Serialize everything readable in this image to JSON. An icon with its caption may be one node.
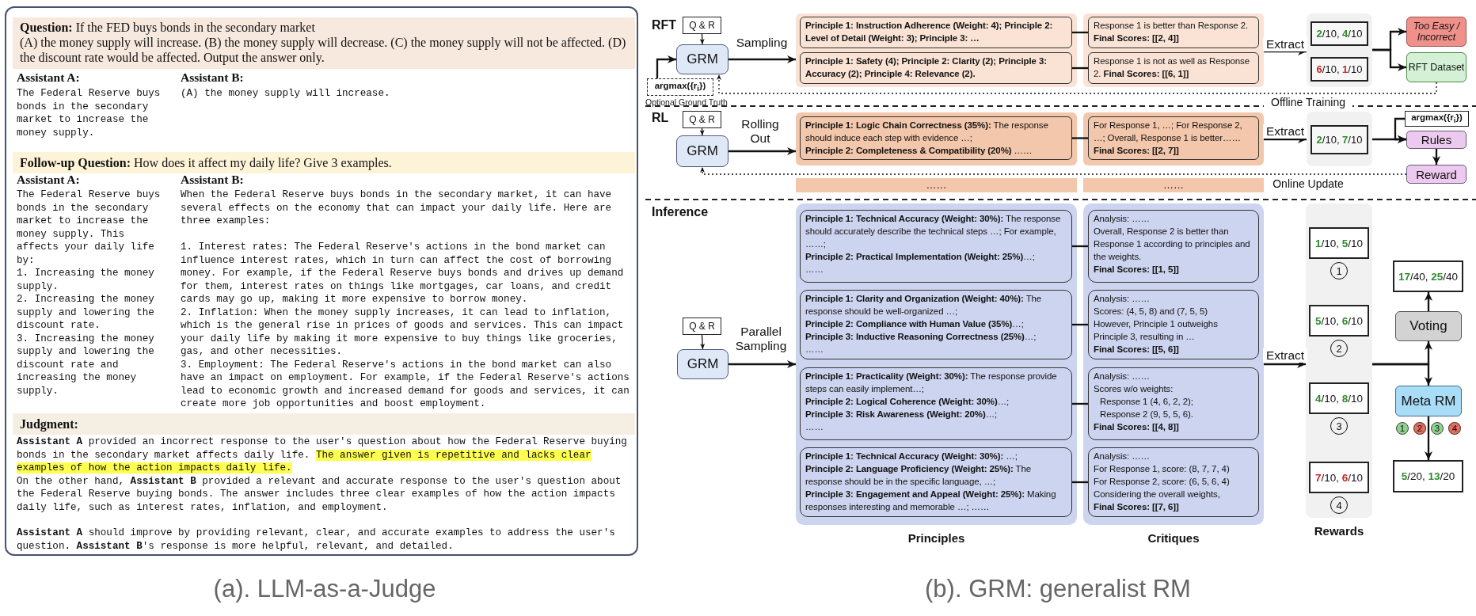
{
  "diagram": {
    "nodes": [
      {
        "text": [],
        "shape": "box"
      },
      {
        "text": [
          "**Question:** If the FED buys bonds in the secondary market",
          "(A) the money supply will increase. (B) the money supply will decrease. (C) the money supply will not be affected. (D) the discount rate would be affected. Output the answer only."
        ],
        "in": 0
      },
      {
        "text": [
          "**Follow-up Question:** How does it affect my daily life? Give 3 examples."
        ],
        "in": 0
      },
      {
        "text": [
          "Judgment:"
        ],
        "in": 0
      },
      {
        "text": [
          "Q & R"
        ]
      },
      {
        "text": [
          "GRM"
        ]
      },
      {
        "text": [
          "argmax({r$_{i}$})"
        ],
        "beside": [
          "Optional Ground Truth"
        ]
      },
      {
        "text": [],
        "shape": "box"
      },
      {
        "text": [
          "Principle 1: Instruction Adherence (Weight: 4); Principle 2: Level of Detail (Weight: 3); Principle 3: …"
        ],
        "in": 7
      },
      {
        "text": [
          "Principle 1: Safety (4); Principle 2: Clarity (2); Principle 3: Accuracy (2); Principle 4: Relevance (2)."
        ],
        "in": 7
      },
      {
        "text": [],
        "shape": "box"
      },
      {
        "text": [
          "Response 1 is better than Response 2. **Final Scores: [[2, 4]]**"
        ],
        "in": 10
      },
      {
        "text": [
          "Response 1 is not as well as Response 2. **Final Scores: [[6, 1]]**"
        ],
        "in": 10
      },
      {
        "text": [],
        "shape": "box"
      },
      {
        "text": [
          "**2**/10, **4**/10"
        ],
        "in": 13
      },
      {
        "text": [
          "**6**/10, **1**/10"
        ],
        "in": 13
      },
      {
        "text": [
          "Too Easy / Incorrect"
        ]
      },
      {
        "text": [
          "RFT Dataset"
        ]
      },
      {
        "text": [
          "Q & R"
        ]
      },
      {
        "text": [
          "GRM"
        ]
      },
      {
        "text": [],
        "shape": "box"
      },
      {
        "text": [
          "**Principle 1: Logic Chain Correctness (35%):** The response should induce each step with evidence …;",
          "**Principle 2: Completeness & Compatibility (20%)** ……"
        ],
        "in": 20
      },
      {
        "text": [],
        "shape": "box"
      },
      {
        "text": [
          "For Response 1, …; For Response 2, …; Overall, Response 1 is better…… **Final Scores: [[2, 7]]**"
        ],
        "in": 22
      },
      {
        "text": [],
        "shape": "box"
      },
      {
        "text": [
          "**2**/10, **7**/10"
        ],
        "in": 24
      },
      {
        "text": [
          "argmax({r$_{i}$})"
        ]
      },
      {
        "text": [
          "Rules"
        ]
      },
      {
        "text": [
          "Reward"
        ]
      },
      {
        "text": [
          "……"
        ]
      },
      {
        "text": [
          "……"
        ]
      },
      {
        "text": [
          "Q & R"
        ]
      },
      {
        "text": [
          "GRM"
        ]
      },
      {
        "text": [
          "Principles"
        ]
      },
      {
        "text": [
          "**Principle 1: Technical Accuracy (Weight: 30%):** The response should accurately describe the technical steps …; For example, ……;",
          "**Principle 2: Practical Implementation (Weight: 25%)**…;",
          "……"
        ],
        "in": 33
      },
      {
        "text": [
          "**Principle 1: Clarity and Organization (Weight: 40%):** The response should be well-organized …;",
          "**Principle 2: Compliance with Human Value (35%)**…;",
          "**Principle 3: Inductive Reasoning Correctness (25%)**…;",
          "……"
        ],
        "in": 33
      },
      {
        "text": [
          "**Principle 1: Practicality (Weight: 30%):** The response provide steps can easily implement…;",
          "**Principle 2: Logical Coherence (Weight: 30%)**…;",
          "**Principle 3: Risk Awareness (Weight: 20%)**…;",
          "……"
        ],
        "in": 33
      },
      {
        "text": [
          "**Principle 1: Technical Accuracy (Weight: 30%):** …;",
          "**Principle 2: Language Proficiency (Weight: 25%):** The response should be in the specific language, …;",
          "**Principle 3: Engagement and Appeal (Weight: 25%):** Making responses interesting and memorable …; ……"
        ],
        "in": 33
      },
      {
        "text": [
          "Critiques"
        ]
      },
      {
        "text": [
          "Analysis: ……",
          "Overall, Response 2 is better than Response 1 according to principles and the weights.",
          "Final Scores: [[1, 5]]"
        ],
        "in": 38
      },
      {
        "text": [
          "Analysis: ……",
          "Scores: (4, 5, 8) and (7, 5, 5)",
          "However, Principle 1 outweighs Principle 3, resulting in …",
          "Final Scores: [[5, 6]]"
        ],
        "in": 38
      },
      {
        "text": [
          "Analysis: ……",
          "Scores w/o weights:",
          "Response 1 (4, 6, 2, 2);",
          "Response 2 (9, 5, 5, 6).",
          "Final Scores: [[4, 8]]"
        ],
        "in": 38
      },
      {
        "text": [
          "Analysis: ……",
          "For Response 1, score: (8, 7, 7, 4)",
          "For Response 2, score: (6, 5, 6, 4)",
          "Considering the overall weights,",
          "Final Scores: [[7, 6]]"
        ],
        "in": 38
      },
      {
        "text": [
          "Rewards"
        ]
      },
      {
        "text": [
          "**1**/10, **5**/10"
        ],
        "in": 43,
        "beside": [
          "1"
        ]
      },
      {
        "text": [
          "**5**/10, **6**/10"
        ],
        "in": 43,
        "beside": [
          "2"
        ]
      },
      {
        "text": [
          "**4**/10, **8**/10"
        ],
        "in": 43,
        "beside": [
          "3"
        ]
      },
      {
        "text": [
          "**7**/10, **6**/10"
        ],
        "in": 43,
        "beside": [
          "4"
        ]
      },
      {
        "text": [
          "Voting"
        ]
      },
      {
        "text": [
          "**17**/40, **25**/40"
        ]
      },
      {
        "text": [
          "Meta RM"
        ]
      },
      {
        "text": [
          "**5**/20, **13**/20"
        ]
      }
    ],
    "edges": [
      {
        "from": 4,
        "to": 5,
        "arrow": "to"
      },
      {
        "from": 6,
        "to": 5,
        "arrow": "to"
      },
      {
        "from": 5,
        "to": 7,
        "arrow": "to",
        "label": "Sampling"
      },
      {
        "from": 8,
        "to": 11,
        "arrow": "none"
      },
      {
        "from": 9,
        "to": 12,
        "arrow": "none"
      },
      {
        "from": 10,
        "to": 13,
        "arrow": "to",
        "label": "Extract"
      },
      {
        "from": 13,
        "to": 16,
        "arrow": "to"
      },
      {
        "from": 13,
        "to": 17,
        "arrow": "to"
      },
      {
        "from": 17,
        "to": 5,
        "arrow": "to",
        "label": "Offline Training",
        "style": "dashed"
      },
      {
        "from": 18,
        "to": 19,
        "arrow": "to"
      },
      {
        "from": 19,
        "to": 20,
        "arrow": "to",
        "label": "Rolling Out"
      },
      {
        "from": 21,
        "to": 23,
        "arrow": "none"
      },
      {
        "from": 22,
        "to": 24,
        "arrow": "to",
        "label": "Extract"
      },
      {
        "from": 26,
        "to": 27,
        "arrow": "to"
      },
      {
        "from": 24,
        "to": 27,
        "arrow": "to"
      },
      {
        "from": 27,
        "to": 28,
        "arrow": "to"
      },
      {
        "from": 28,
        "to": 19,
        "arrow": "to",
        "label": "Online Update",
        "style": "dashed"
      },
      {
        "from": 31,
        "to": 32,
        "arrow": "to"
      },
      {
        "from": 32,
        "to": 33,
        "arrow": "to",
        "label": "Parallel Sampling"
      },
      {
        "from": 34,
        "to": 39,
        "arrow": "none"
      },
      {
        "from": 35,
        "to": 40,
        "arrow": "none"
      },
      {
        "from": 36,
        "to": 41,
        "arrow": "none"
      },
      {
        "from": 37,
        "to": 42,
        "arrow": "none"
      },
      {
        "from": 38,
        "to": 43,
        "arrow": "to",
        "label": "Extract"
      },
      {
        "from": 43,
        "to": 48,
        "arrow": "to"
      },
      {
        "from": 43,
        "to": 50,
        "arrow": "to"
      },
      {
        "from": 48,
        "to": 49,
        "arrow": "to"
      },
      {
        "from": 50,
        "to": 51,
        "arrow": "to"
      }
    ],
    "labels": [
      "Assistant A:",
      "The Federal Reserve buys bonds in the secondary market to increase the money supply.",
      "Assistant B:",
      "(A) the money supply will increase.",
      "Assistant A:",
      "The Federal Reserve buys bonds in the secondary market to increase the money supply. This affects your daily life by:",
      "1. Increasing the money supply.",
      "2. Increasing the money supply and lowering the discount rate.",
      "3. Increasing the money supply and lowering the discount rate and increasing the money supply.",
      "Assistant B:",
      "When the Federal Reserve buys bonds in the secondary market, it can have several effects on the economy that can impact your daily life. Here are three examples:",
      "1. Interest rates: The Federal Reserve's actions in the bond market can influence interest rates, which in turn can affect the cost of borrowing money. For example, if the Federal Reserve buys bonds and drives up demand for them, interest rates on things like mortgages, car loans, and credit cards may go up, making it more expensive to borrow money.",
      "2. Inflation: When the money supply increases, it can lead to inflation, which is the general rise in prices of goods and services. This can impact your daily life by making it more expensive to buy things like groceries, gas, and other necessities.",
      "3. Employment: The Federal Reserve's actions in the bond market can also have an impact on employment. For example, if the Federal Reserve's actions lead to economic growth and increased demand for goods and services, it can create more job opportunities and boost employment.",
      "**Assistant A** provided an incorrect response to the user's question about how the Federal Reserve buying bonds in the secondary market affects daily life.",
      "The answer given is repetitive and lacks clear examples of how the action impacts daily life.",
      "On the other hand, **Assistant B** provided a relevant and accurate response to the user's question about the Federal Reserve buying bonds. The answer includes three clear examples of how the action impacts daily life, such as interest rates, inflation, and employment.",
      "**Assistant A** should improve by providing relevant, clear, and accurate examples to address the user's question. **Assistant B**'s response is more helpful, relevant, and detailed.",
      "RFT",
      "RL",
      "Inference",
      "1",
      "2",
      "3",
      "4",
      "(a). LLM-as-a-Judge",
      "(b). GRM: generalist RM"
    ]
  }
}
